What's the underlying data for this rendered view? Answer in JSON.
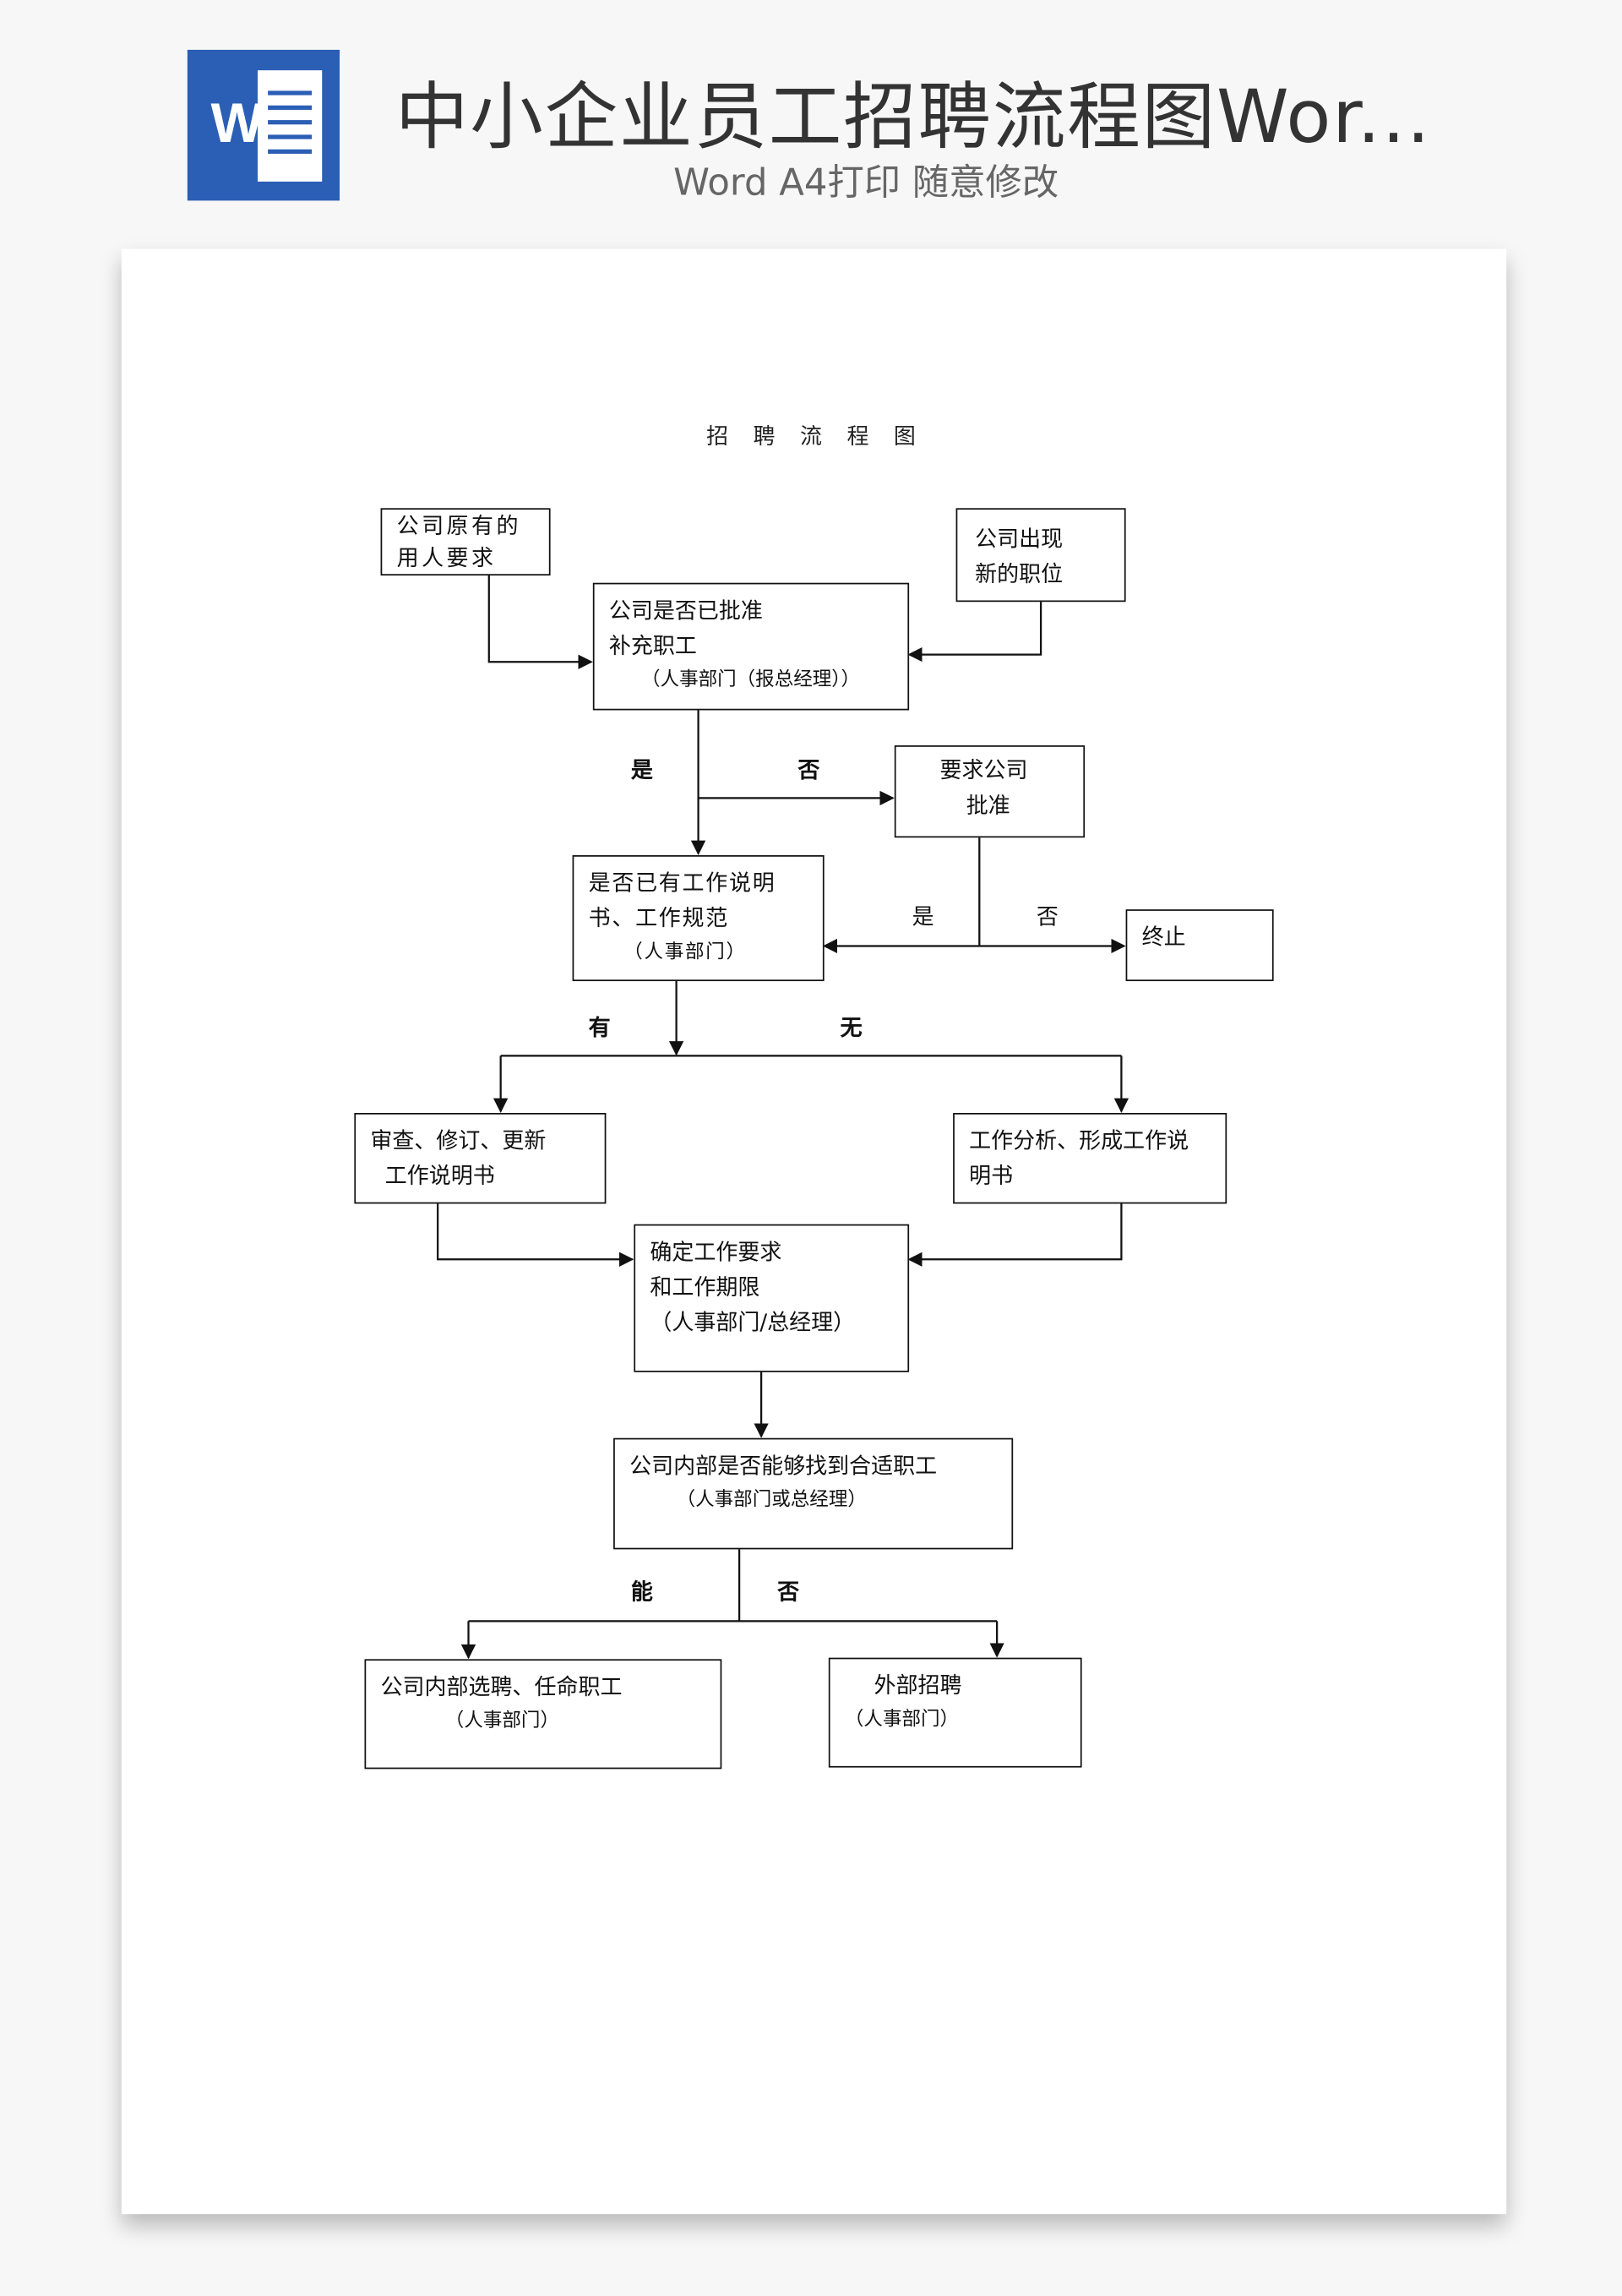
{
  "header": {
    "title": "中小企业员工招聘流程图Wor...",
    "subtitle": "Word A4打印 随意修改",
    "icon_letter": "W"
  },
  "document": {
    "title": "招聘流程图",
    "nodes": {
      "existing_demand": [
        "公司原有的",
        "用人要求"
      ],
      "new_position": [
        "公司出现",
        "新的职位"
      ],
      "approved": [
        "公司是否已批准",
        "补充职工",
        "（人事部门（报总经理））"
      ],
      "request_approval": [
        "要求公司",
        "批准"
      ],
      "has_job_desc": [
        "是否已有工作说明",
        "书、工作规范",
        "（人事部门）"
      ],
      "terminate": [
        "终止"
      ],
      "review": [
        "审查、修订、更新",
        "工作说明书"
      ],
      "analysis": [
        "工作分析、形成工作说",
        "明书"
      ],
      "requirements": [
        "确定工作要求",
        "和工作期限",
        "（人事部门/总经理）"
      ],
      "internal_check": [
        "公司内部是否能够找到合适职工",
        "（人事部门或总经理）"
      ],
      "internal_hire": [
        "公司内部选聘、任命职工",
        "（人事部门）"
      ],
      "external_hire": [
        "外部招聘",
        "（人事部门）"
      ]
    },
    "labels": {
      "yes1": "是",
      "no1": "否",
      "yes2": "是",
      "no2": "否",
      "has": "有",
      "none": "无",
      "can": "能",
      "no3": "否"
    }
  }
}
